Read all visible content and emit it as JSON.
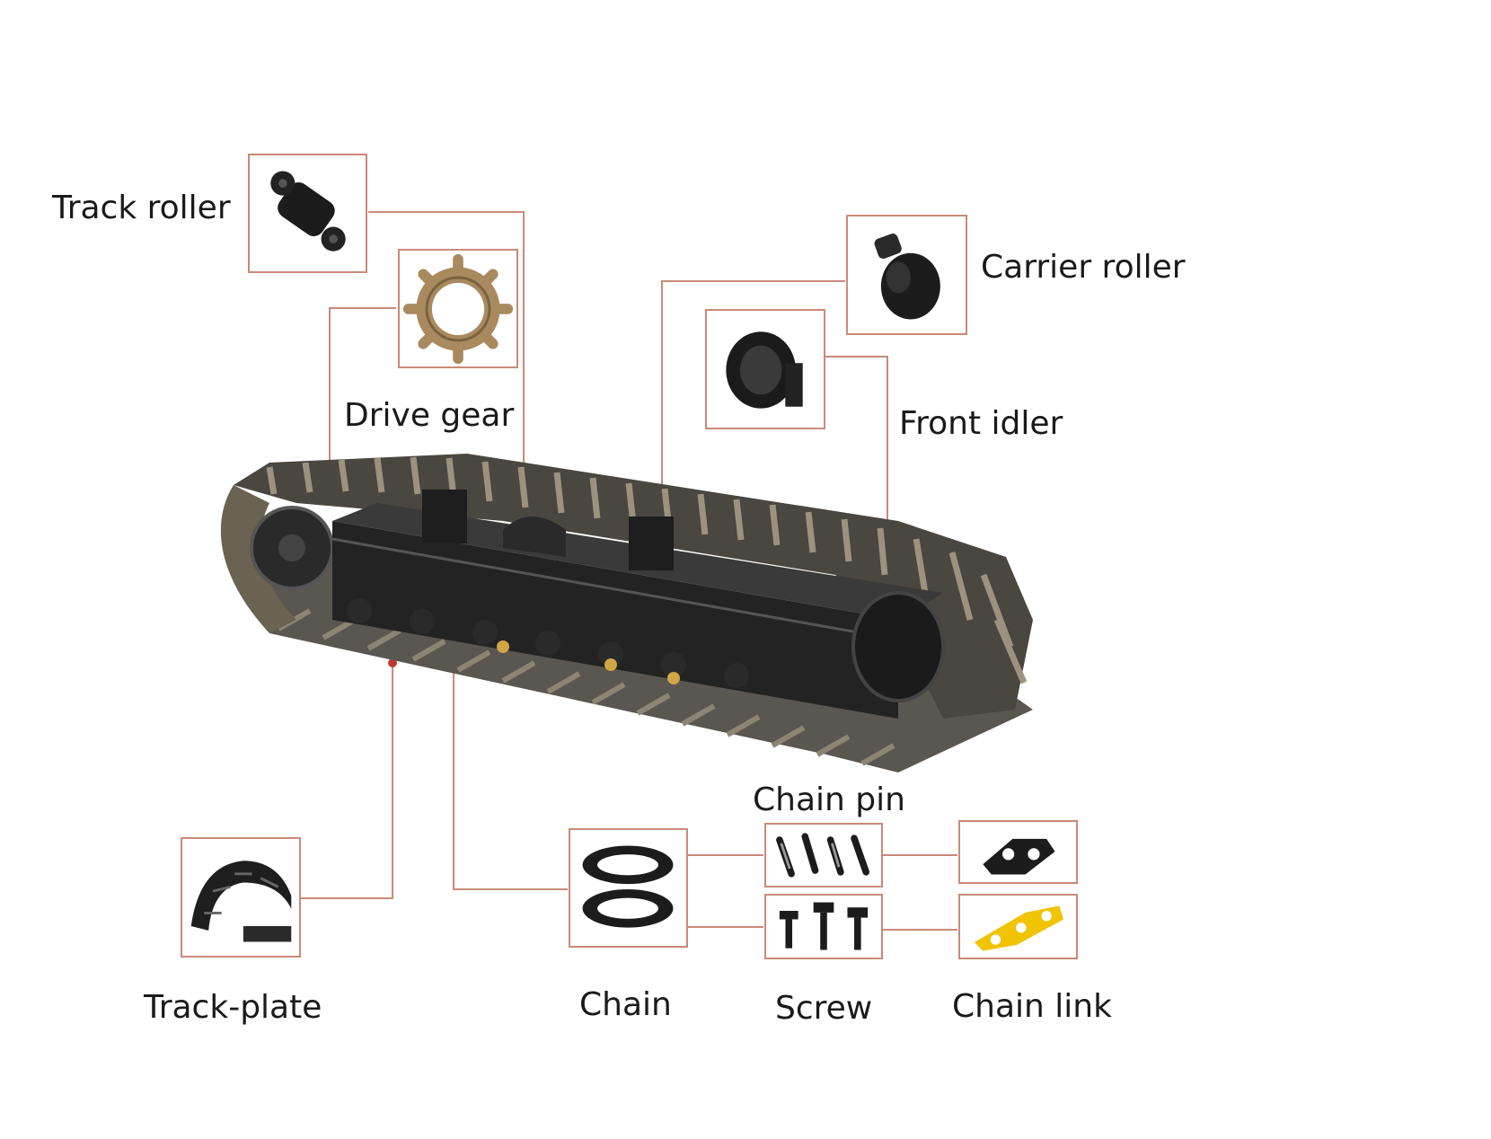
{
  "labels": {
    "track_roller": "Track roller",
    "drive_gear": "Drive gear",
    "carrier_roller": "Carrier roller",
    "front_idler": "Front idler",
    "chain_pin": "Chain pin",
    "track_plate": "Track-plate",
    "chain": "Chain",
    "screw": "Screw",
    "chain_link": "Chain link"
  },
  "colors": {
    "connector": "#c98a78",
    "frame": "#c98a78",
    "part_black": "#1c1c1c",
    "gear_bronze": "#a88a5e",
    "link_yellow": "#f2c300",
    "marker": "#c0392b"
  }
}
